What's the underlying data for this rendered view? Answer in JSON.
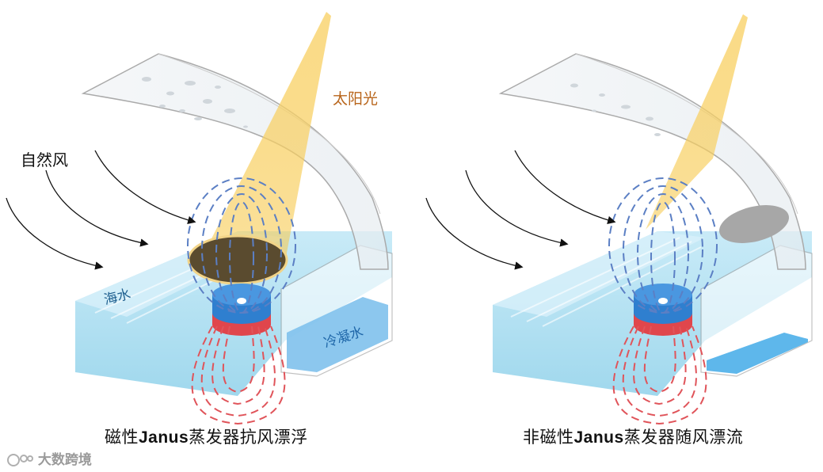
{
  "labels": {
    "sunlight": "太阳光",
    "natural_wind": "自然风",
    "seawater": "海水",
    "condensed_water": "冷凝水"
  },
  "captions": {
    "left": {
      "prefix": "磁性",
      "bold": "Janus",
      "suffix": "蒸发器抗风漂浮"
    },
    "right": {
      "prefix": "非磁性",
      "bold": "Janus",
      "suffix": "蒸发器随风漂流"
    }
  },
  "watermark": {
    "text": "大数跨境"
  },
  "colors": {
    "sunbeam": "#f7c84a",
    "water": "#9fd8ee",
    "condensed": "#4aa7e0",
    "field_north": "#5b7fc4",
    "field_south": "#e0545a",
    "magnet_top": "#2f7fcf",
    "magnet_bottom": "#e0464c",
    "evaporator_magnetic": "#5a4b2f",
    "evaporator_nonmagnetic": "#a7a7a7",
    "sun_label": "#b8651b"
  }
}
